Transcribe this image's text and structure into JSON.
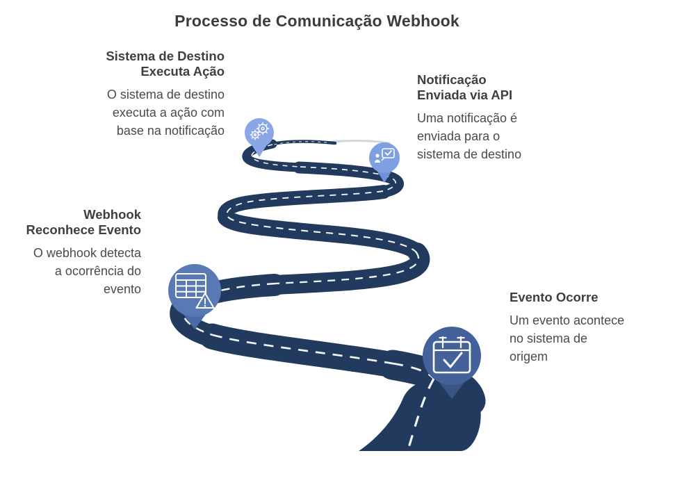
{
  "title": "Processo de Comunicação Webhook",
  "steps": [
    {
      "order": "1",
      "icon": "calendar-check-icon",
      "title": "Evento Ocorre",
      "description": "Um evento acontece\nno sistema de\norigem"
    },
    {
      "order": "2",
      "icon": "table-alert-icon",
      "title": "Webhook\nReconhece Evento",
      "description": "O webhook detecta\na ocorrência do\nevento"
    },
    {
      "order": "3",
      "icon": "message-check-person-icon",
      "title": "Notificação\nEnviada via API",
      "description": "Uma notificação é\nenviada para o\nsistema de destino"
    },
    {
      "order": "4",
      "icon": "gears-icon",
      "title": "Sistema de Destino\nExecuta Ação",
      "description": "O sistema de destino\nexecuta a ação com\nbase na notificação"
    }
  ],
  "colors": {
    "road": "#233A5F",
    "road_far": "#AAB3C2",
    "dash": "#FFFFFF",
    "icon_stroke": "#FFFFFF",
    "pin_gears": "#8BA6E6",
    "pin_message": "#7FA0E0",
    "pin_message_tail": "#6F92D6",
    "pin_table": "#5979B5",
    "pin_table_tail": "#4C6BA4",
    "pin_calendar": "#44619A",
    "pin_calendar_tail": "#3A5583",
    "title_text": "#3C3C3C",
    "heading_text": "#3F3F3F",
    "body_text": "#4A4A4A"
  }
}
